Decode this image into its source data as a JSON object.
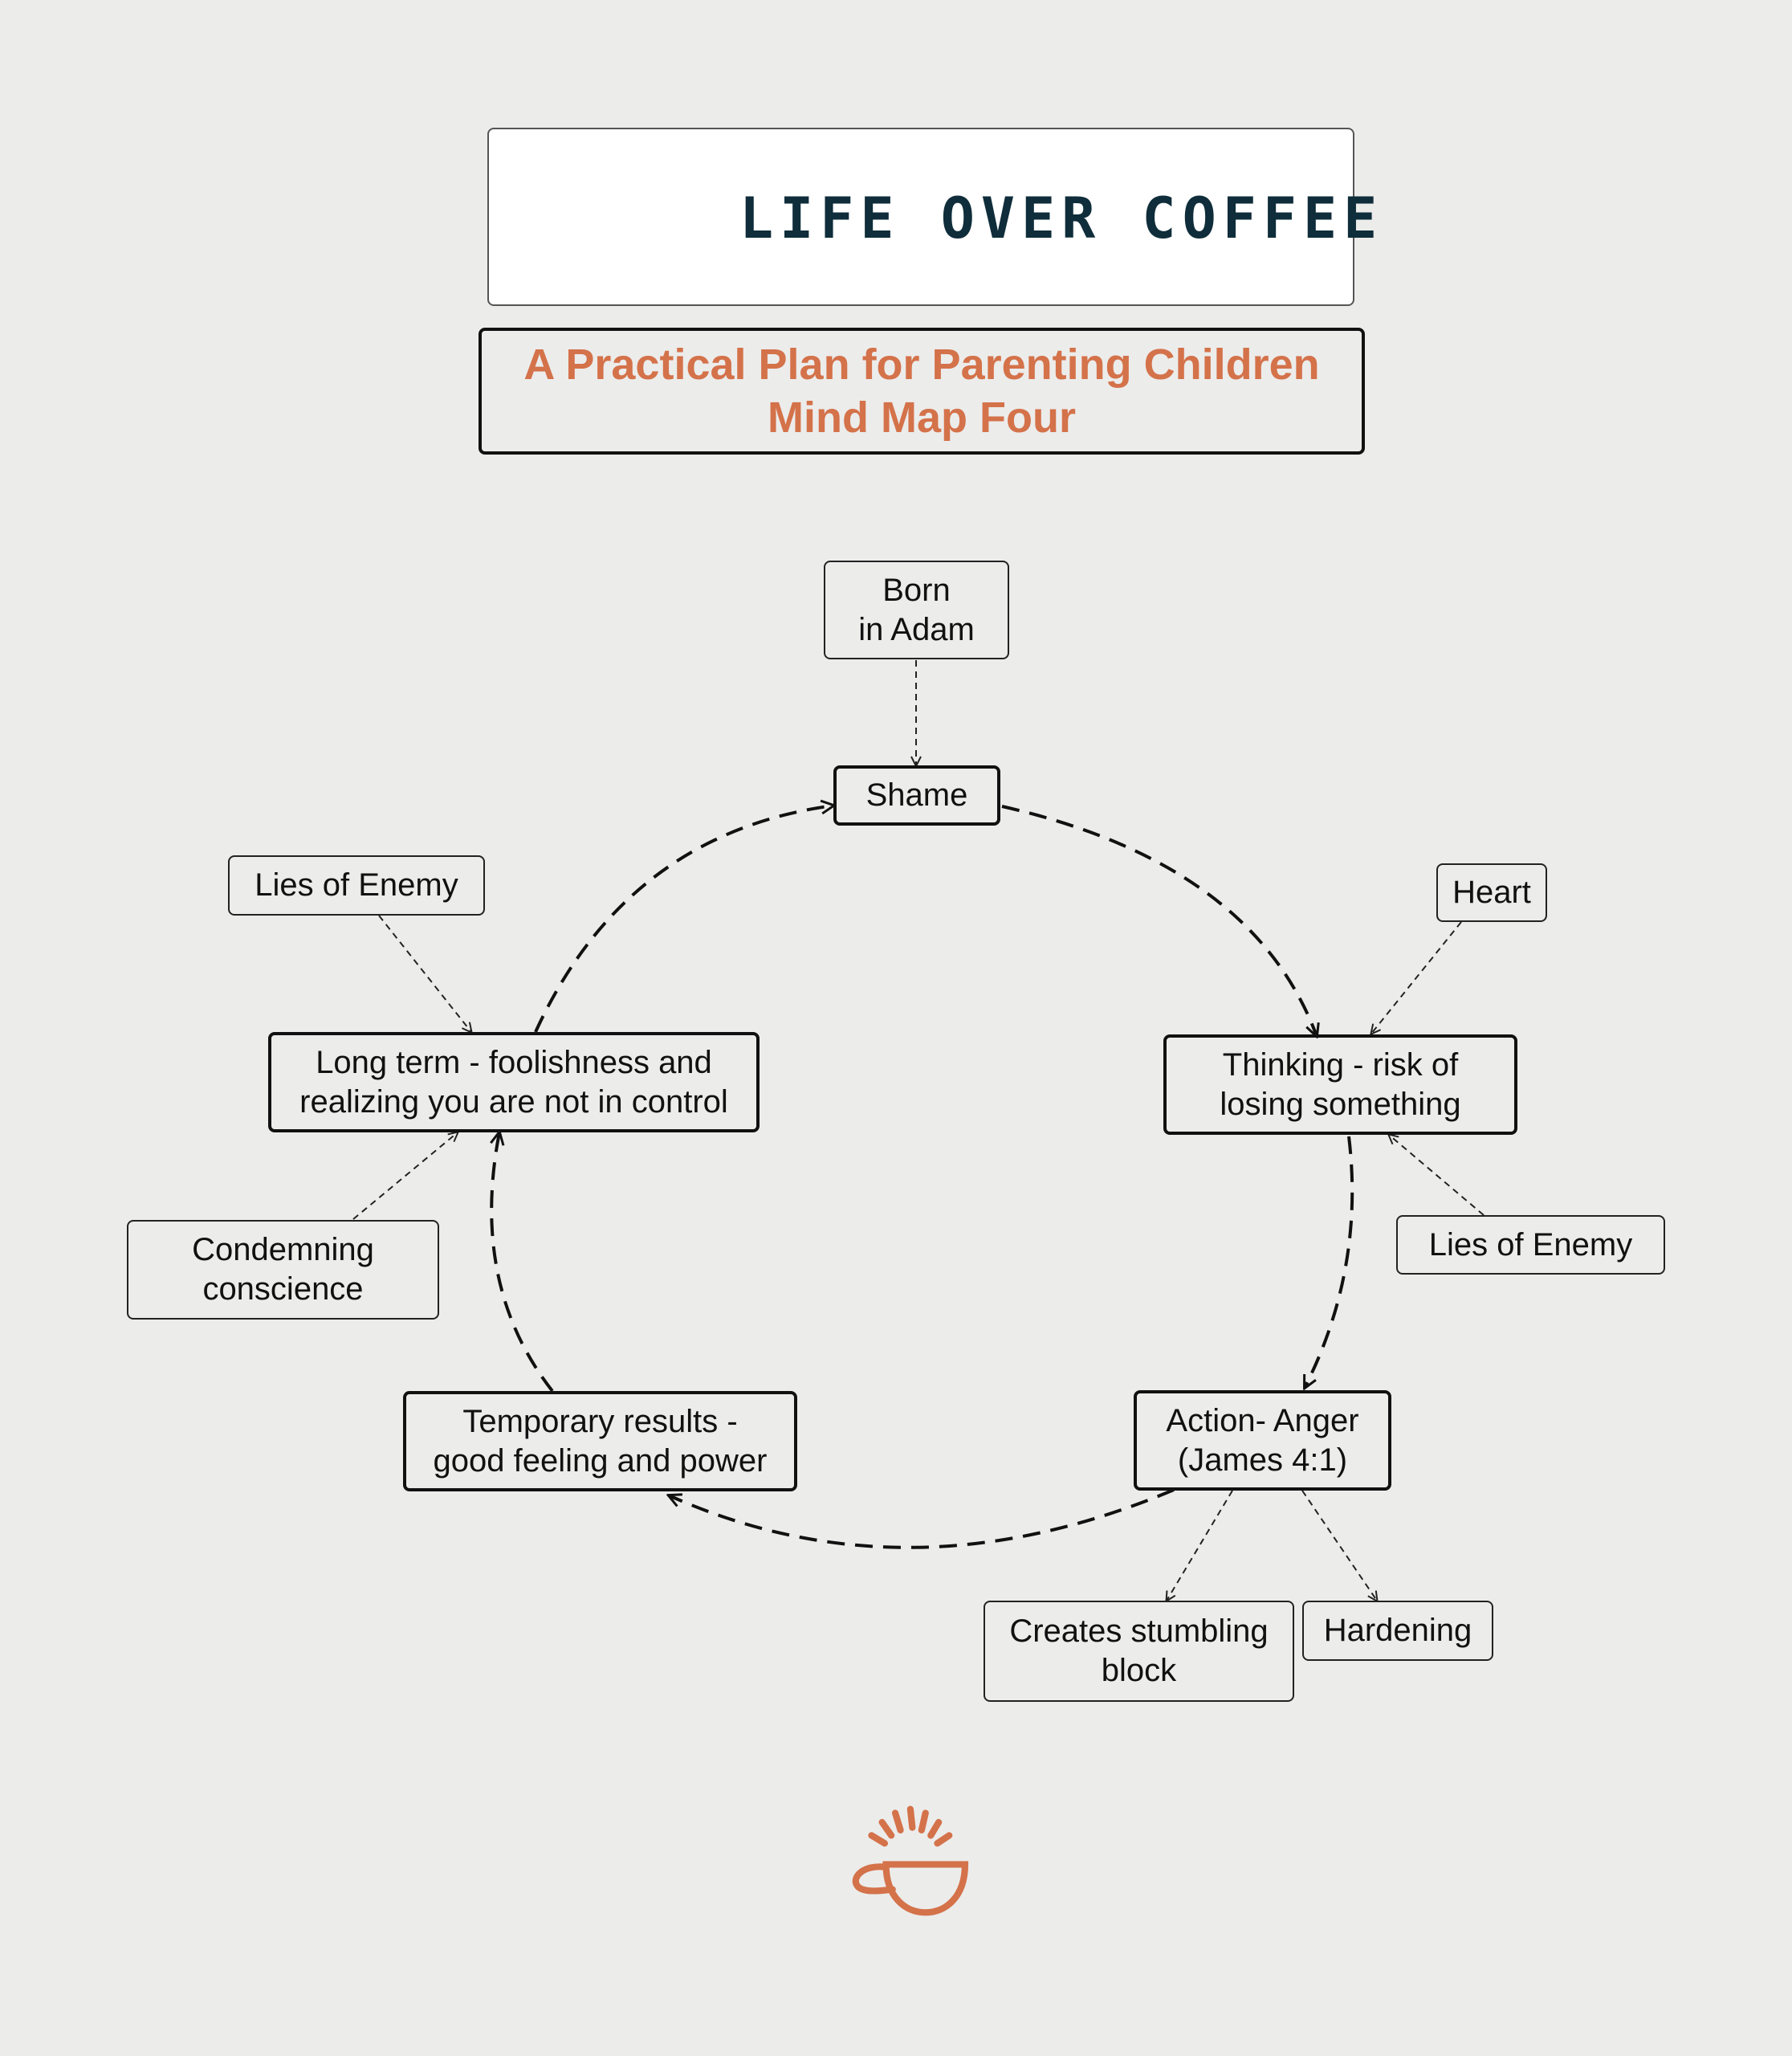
{
  "brand": {
    "name": "LIFE OVER COFFEE",
    "color": "#d4724a",
    "text_color": "#0f2d3a",
    "icon": "coffee-cup-sunrise-icon"
  },
  "title": {
    "line1": "A Practical Plan for Parenting Children",
    "line2": "Mind Map Four"
  },
  "nodes": {
    "born_in_adam": {
      "line1": "Born",
      "line2": "in Adam"
    },
    "shame": {
      "line1": "Shame"
    },
    "heart": {
      "line1": "Heart"
    },
    "thinking": {
      "line1": "Thinking - risk of",
      "line2": "losing something"
    },
    "lies_enemy_right": {
      "line1": "Lies of Enemy"
    },
    "action": {
      "line1": "Action- Anger",
      "line2": "(James 4:1)"
    },
    "stumbling": {
      "line1": "Creates stumbling",
      "line2": "block"
    },
    "hardening": {
      "line1": "Hardening"
    },
    "temporary": {
      "line1": "Temporary results -",
      "line2": "good feeling and power"
    },
    "long_term": {
      "line1": "Long term - foolishness and",
      "line2": "realizing you are not in control"
    },
    "lies_enemy_left": {
      "line1": "Lies of Enemy"
    },
    "condemning": {
      "line1": "Condemning",
      "line2": "conscience"
    }
  },
  "footer": {
    "icon": "coffee-cup-sunrise-icon"
  }
}
